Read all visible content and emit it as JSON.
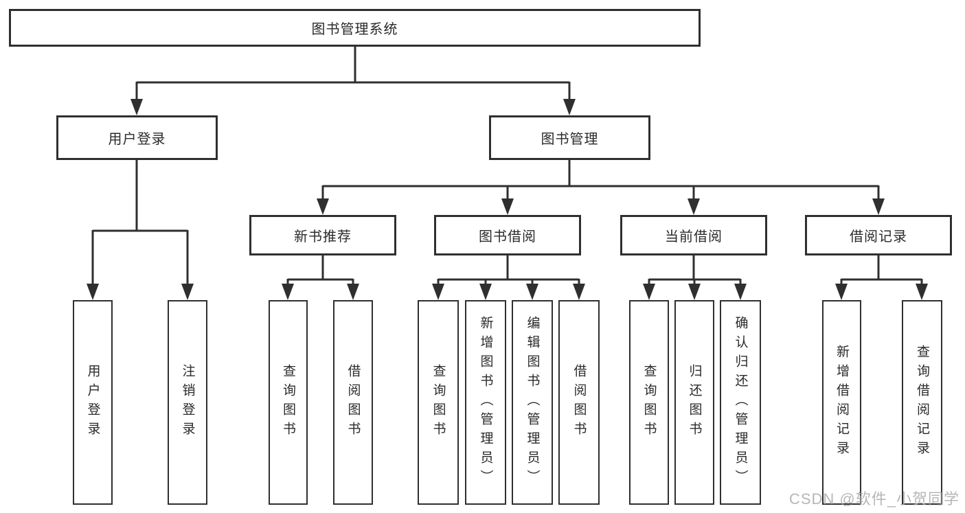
{
  "tree": {
    "root": {
      "label": "图书管理系统",
      "children": [
        {
          "label": "用户登录",
          "children": [
            {
              "label": "用户登录"
            },
            {
              "label": "注销登录"
            }
          ]
        },
        {
          "label": "图书管理",
          "children": [
            {
              "label": "新书推荐",
              "children": [
                {
                  "label": "查询图书"
                },
                {
                  "label": "借阅图书"
                }
              ]
            },
            {
              "label": "图书借阅",
              "children": [
                {
                  "label": "查询图书"
                },
                {
                  "label": "新增图书（管理员）"
                },
                {
                  "label": "编辑图书（管理员）"
                },
                {
                  "label": "借阅图书"
                }
              ]
            },
            {
              "label": "当前借阅",
              "children": [
                {
                  "label": "查询图书"
                },
                {
                  "label": "归还图书"
                },
                {
                  "label": "确认归还（管理员）"
                }
              ]
            },
            {
              "label": "借阅记录",
              "children": [
                {
                  "label": "新增借阅记录"
                },
                {
                  "label": "查询借阅记录"
                }
              ]
            }
          ]
        }
      ]
    }
  },
  "watermark": "CSDN @软件_小贺同学",
  "colors": {
    "line": "#2f2f2f",
    "box_border": "#2f2f2f",
    "box_fill": "#ffffff",
    "text": "#2a2a2a",
    "watermark": "#aaaaaa",
    "background": "#ffffff"
  }
}
